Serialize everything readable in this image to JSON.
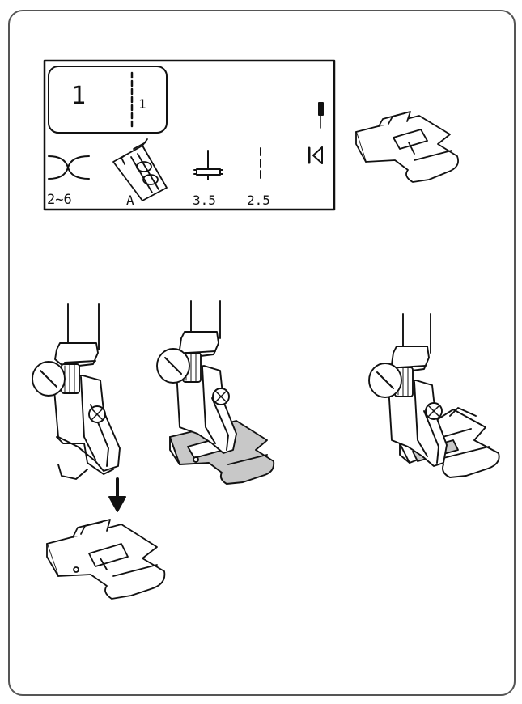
{
  "lcd": {
    "pattern_number": "1",
    "stitch_index": "1",
    "tension_range": "2~6",
    "presser_foot": "A",
    "stitch_width": "3.5",
    "stitch_length": "2.5"
  },
  "colors": {
    "line": "#111111",
    "frame": "#555555",
    "shade": "#bdbdbd"
  }
}
